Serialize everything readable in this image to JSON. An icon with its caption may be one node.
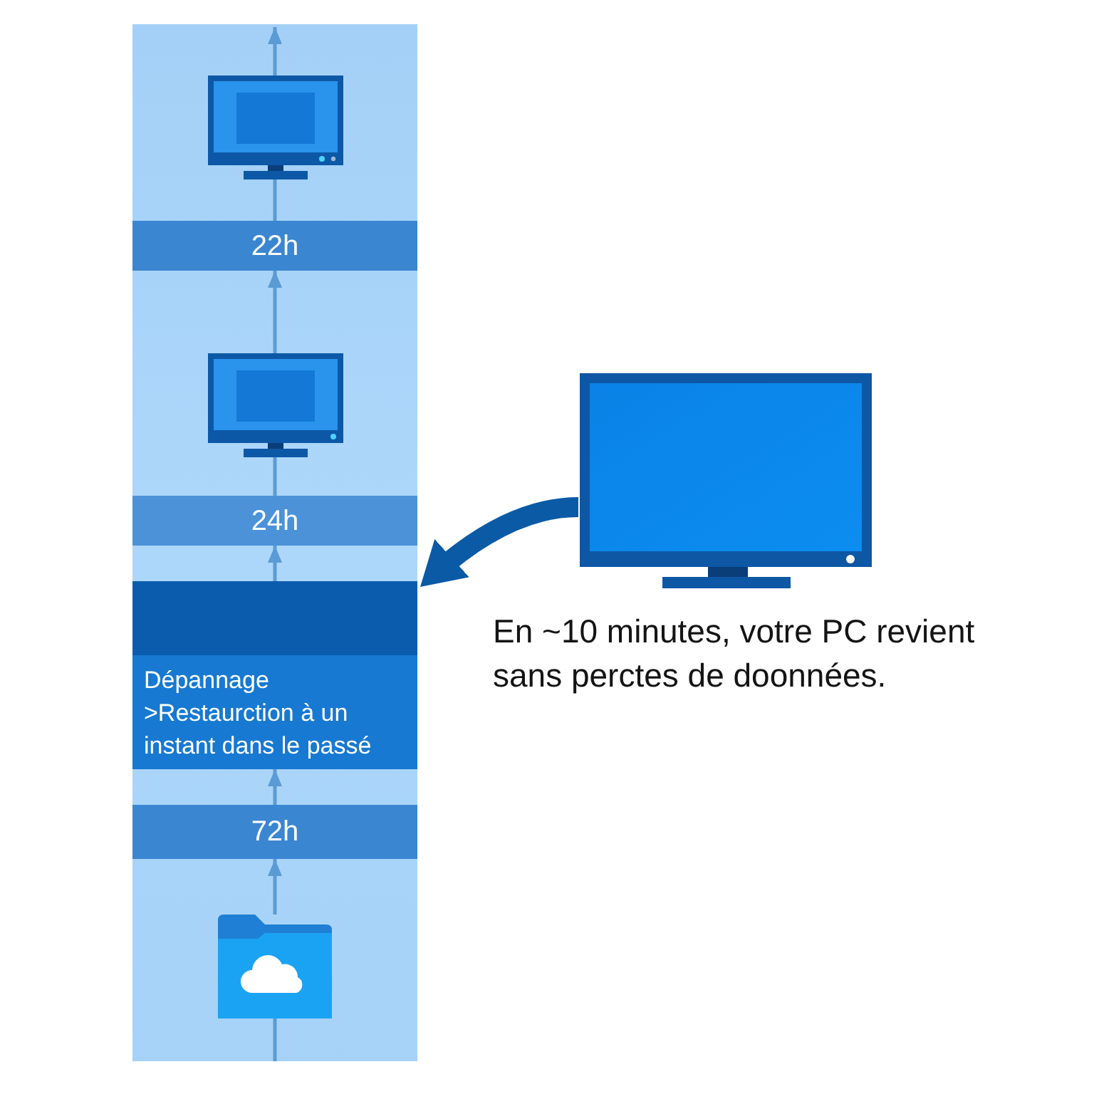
{
  "diagram": {
    "nodes": [
      {
        "text": [],
        "shape": "picture"
      },
      {
        "text": [
          "22h"
        ]
      },
      {
        "text": [],
        "shape": "picture"
      },
      {
        "text": [
          "24h"
        ]
      },
      {
        "text": [
          "Dépannage",
          ">Restaurction à un instant dans le passé"
        ]
      },
      {
        "text": [
          "72h"
        ]
      },
      {
        "text": [],
        "shape": "picture"
      },
      {
        "text": [],
        "shape": "picture",
        "beside": [
          "En ~10 minutes, votre PC revient sans perctes de doonnées."
        ]
      }
    ],
    "edges": [
      {
        "from": 0,
        "to": null,
        "arrow": "to"
      },
      {
        "from": 1,
        "to": 0,
        "arrow": "none"
      },
      {
        "from": 2,
        "to": 1,
        "arrow": "to"
      },
      {
        "from": 3,
        "to": 2,
        "arrow": "none"
      },
      {
        "from": 4,
        "to": 3,
        "arrow": "to"
      },
      {
        "from": 5,
        "to": 4,
        "arrow": "to"
      },
      {
        "from": 6,
        "to": 5,
        "arrow": "to"
      },
      {
        "from": null,
        "to": 6,
        "arrow": "none"
      },
      {
        "from": 7,
        "to": 4,
        "arrow": "to",
        "style": "thick",
        "color": "#0b5aa6"
      }
    ]
  }
}
